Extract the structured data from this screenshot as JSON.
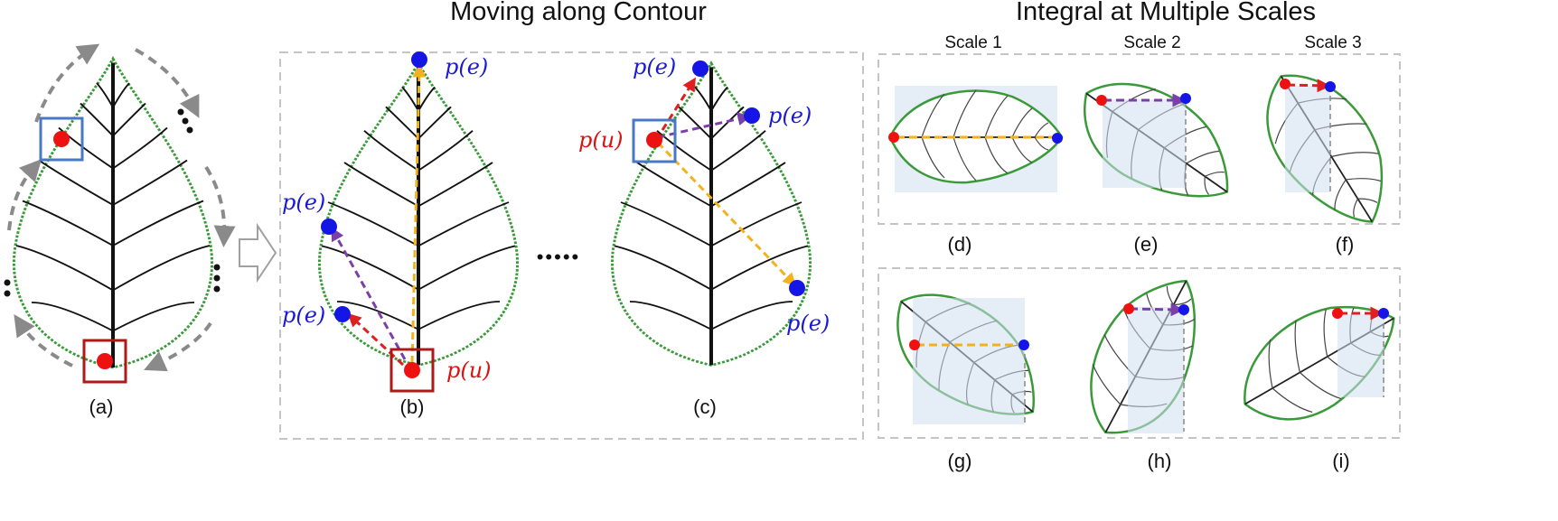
{
  "titles": {
    "moving": "Moving along Contour",
    "integral": "Integral at Multiple Scales"
  },
  "scales": [
    "Scale 1",
    "Scale 2",
    "Scale 3"
  ],
  "panel_labels": {
    "a": "(a)",
    "b": "(b)",
    "c": "(c)",
    "d": "(d)",
    "e": "(e)",
    "f": "(f)",
    "g": "(g)",
    "h": "(h)",
    "i": "(i)"
  },
  "point_labels": {
    "pe": "p(e)",
    "pu": "p(u)"
  },
  "ellipsis": "•••••",
  "colors": {
    "leaf_outline": "#3a9a3a",
    "vein": "#111111",
    "point_start": "#ee1111",
    "point_end": "#1515e6",
    "label_start": "#dd1111",
    "label_end": "#1a1ad6",
    "box_red": "#b01818",
    "box_blue": "#4a78c8",
    "arrow_gray": "#8a8a8a",
    "arrow_yellow": "#f2b21a",
    "arrow_purple": "#7a3fa8",
    "arrow_red": "#e02020",
    "shade": "#cfe0ef",
    "frame": "#c4c4c4"
  }
}
